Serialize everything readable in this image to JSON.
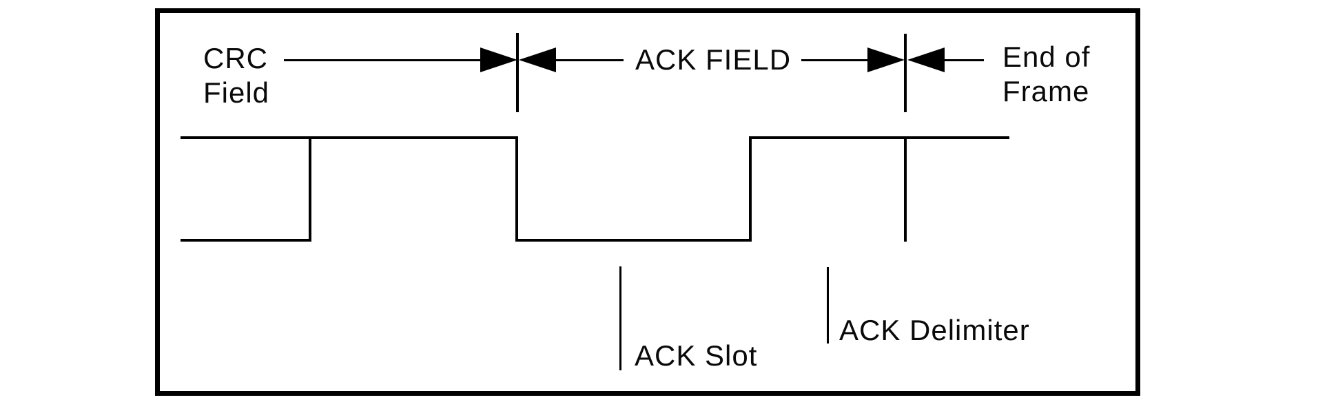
{
  "figure": {
    "type": "timing-diagram",
    "subject": "ACK field waveform diagram",
    "background_color": "#ffffff",
    "line_color": "#000000",
    "text_color": "#0a0a0a"
  },
  "labels": {
    "crc_field_line1": "CRC",
    "crc_field_line2": "Field",
    "ack_field": "ACK FIELD",
    "end_of_frame_line1": "End of",
    "end_of_frame_line2": "Frame",
    "ack_slot": "ACK Slot",
    "ack_delimiter": "ACK Delimiter"
  }
}
